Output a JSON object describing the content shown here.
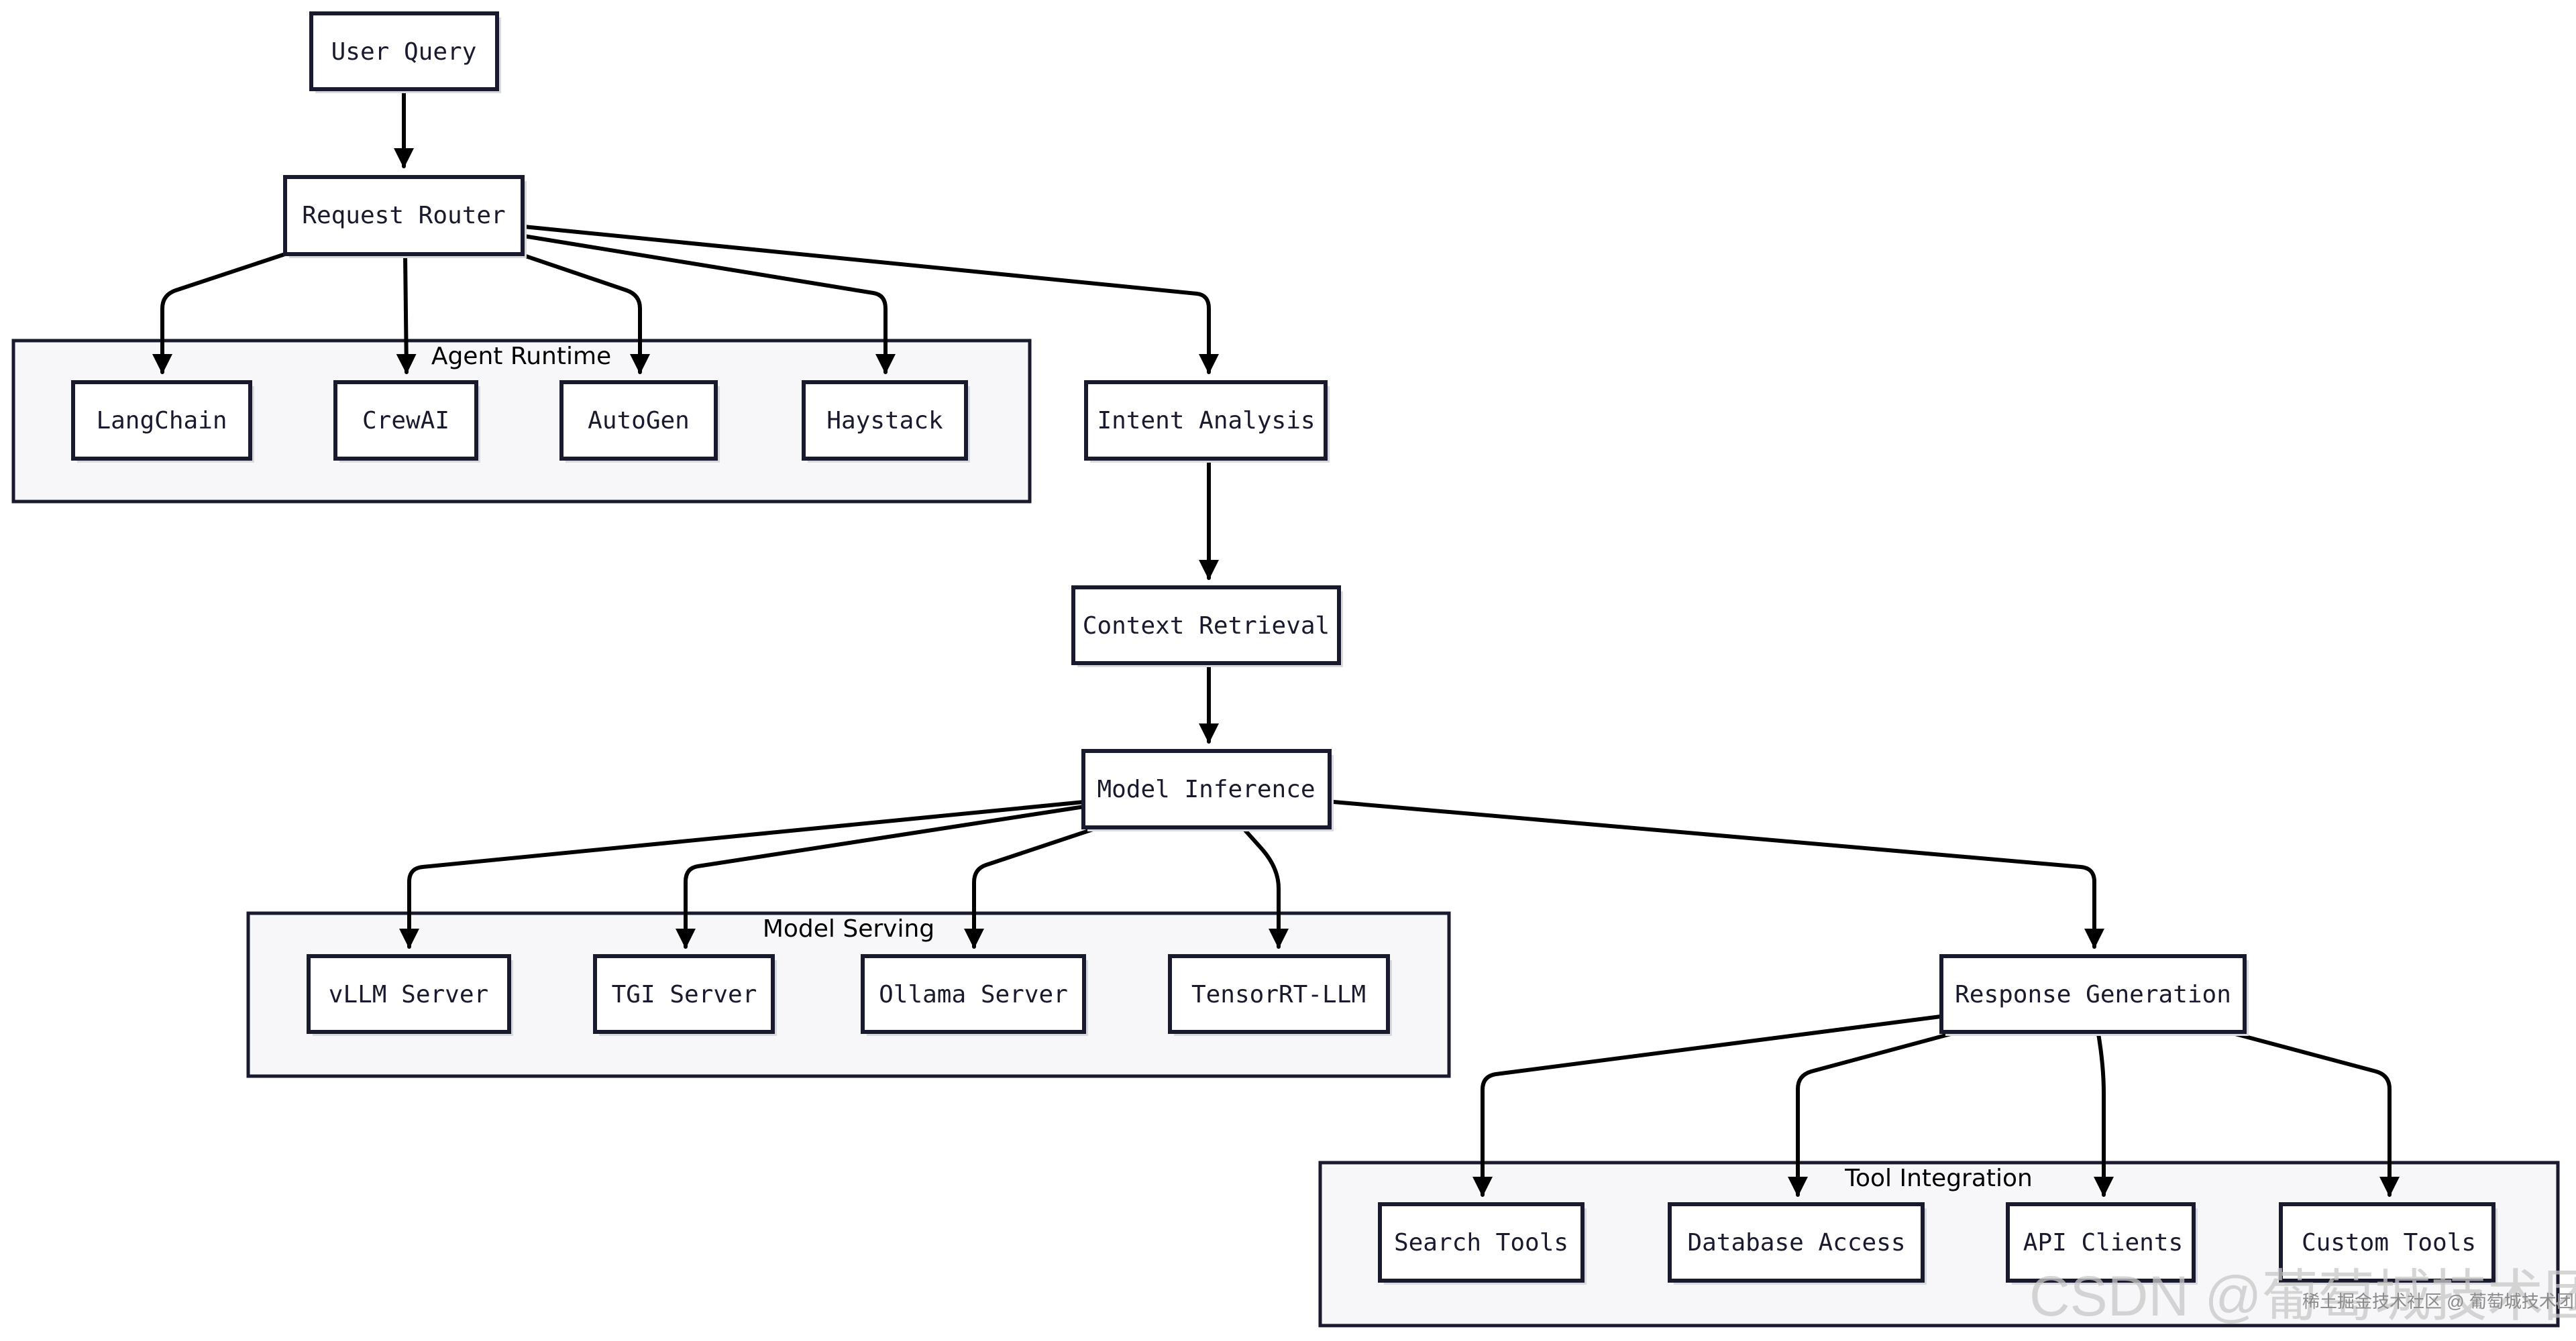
{
  "nodes": {
    "user_query": "User Query",
    "request_router": "Request Router",
    "langchain": "LangChain",
    "crewai": "CrewAI",
    "autogen": "AutoGen",
    "haystack": "Haystack",
    "intent_analysis": "Intent Analysis",
    "context_retrieval": "Context Retrieval",
    "model_inference": "Model Inference",
    "vllm_server": "vLLM Server",
    "tgi_server": "TGI Server",
    "ollama_server": "Ollama Server",
    "tensorrt_llm": "TensorRT-LLM",
    "response_generation": "Response Generation",
    "search_tools": "Search Tools",
    "database_access": "Database Access",
    "api_clients": "API Clients",
    "custom_tools": "Custom Tools"
  },
  "groups": {
    "agent_runtime": "Agent Runtime",
    "model_serving": "Model Serving",
    "tool_integration": "Tool Integration"
  },
  "edges": [
    [
      "user_query",
      "request_router"
    ],
    [
      "request_router",
      "langchain"
    ],
    [
      "request_router",
      "crewai"
    ],
    [
      "request_router",
      "autogen"
    ],
    [
      "request_router",
      "haystack"
    ],
    [
      "request_router",
      "intent_analysis"
    ],
    [
      "intent_analysis",
      "context_retrieval"
    ],
    [
      "context_retrieval",
      "model_inference"
    ],
    [
      "model_inference",
      "vllm_server"
    ],
    [
      "model_inference",
      "tgi_server"
    ],
    [
      "model_inference",
      "ollama_server"
    ],
    [
      "model_inference",
      "tensorrt_llm"
    ],
    [
      "model_inference",
      "response_generation"
    ],
    [
      "response_generation",
      "search_tools"
    ],
    [
      "response_generation",
      "database_access"
    ],
    [
      "response_generation",
      "api_clients"
    ],
    [
      "response_generation",
      "custom_tools"
    ]
  ],
  "watermark": {
    "main": "CSDN @葡萄城技术团队",
    "sub": "稀土掘金技术社区 @ 葡萄城技术团队"
  }
}
